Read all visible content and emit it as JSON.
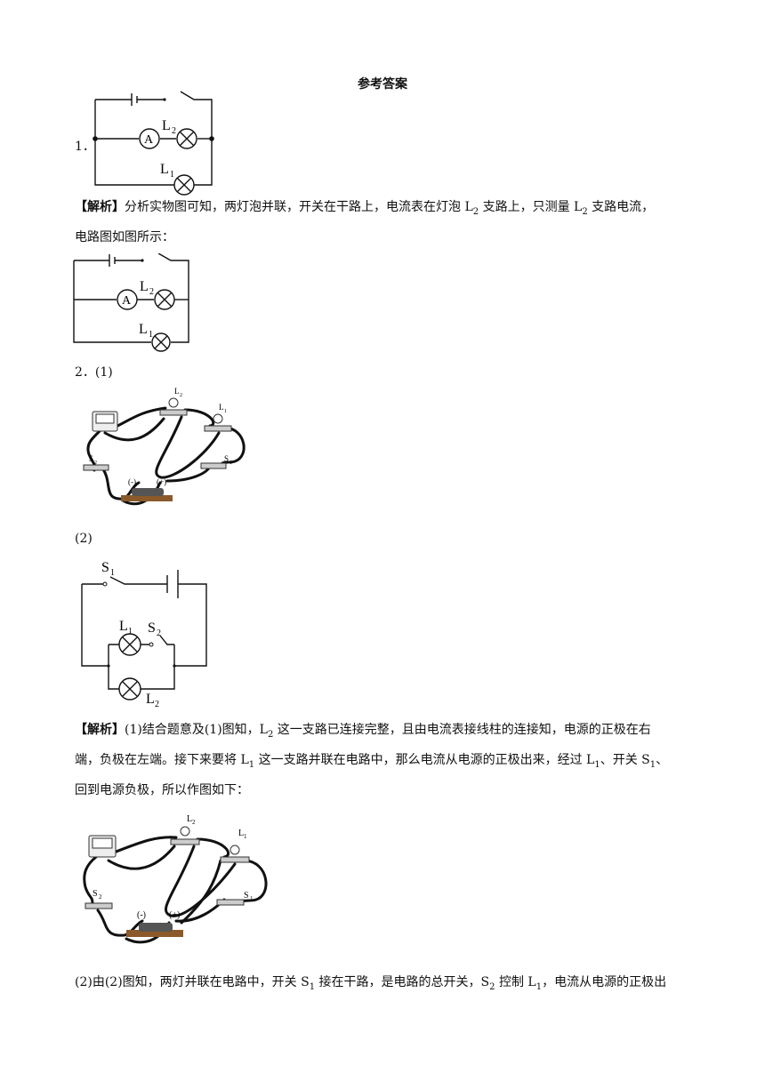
{
  "title": "参考答案",
  "q1": {
    "number": "1．",
    "analysis_tag": "【解析】",
    "analysis_line1": "分析实物图可知，两灯泡并联，开关在干路上，电流表在灯泡 L",
    "analysis_line1_sub1": "2",
    "analysis_line1_mid": " 支路上，只测量 L",
    "analysis_line1_sub2": "2",
    "analysis_line1_end": " 支路电流，",
    "analysis_line2": "电路图如图所示："
  },
  "q2": {
    "number": "2．(1)",
    "part2_label": "(2)",
    "analysis_tag": "【解析】",
    "a_line1_pre": "(1)结合题意及(1)图知，L",
    "a_line1_sub": "2",
    "a_line1_post": " 这一支路已连接完整，且由电流表接线柱的连接知，电源的正极在右",
    "a_line2_pre": "端，负极在左端。接下来要将 L",
    "a_line2_sub": "1",
    "a_line2_mid": " 这一支路并联在电路中，那么电流从电源的正极出来，经过 L",
    "a_line2_sub2": "1",
    "a_line2_mid2": "、开关 S",
    "a_line2_sub3": "1",
    "a_line2_end": "、",
    "a_line3": "回到电源负极，所以作图如下：",
    "b_line1_pre": "(2)由(2)图知，两灯并联在电路中，开关 S",
    "b_line1_sub": "1",
    "b_line1_mid": " 接在干路，是电路的总开关，S",
    "b_line1_sub2": "2",
    "b_line1_mid2": " 控制 L",
    "b_line1_sub3": "1",
    "b_line1_end": "，电流从电源的正极出"
  },
  "labels": {
    "A": "A",
    "L": "L",
    "S": "S",
    "one": "1",
    "two": "2",
    "neg": "(-)",
    "pos": "(+)"
  }
}
